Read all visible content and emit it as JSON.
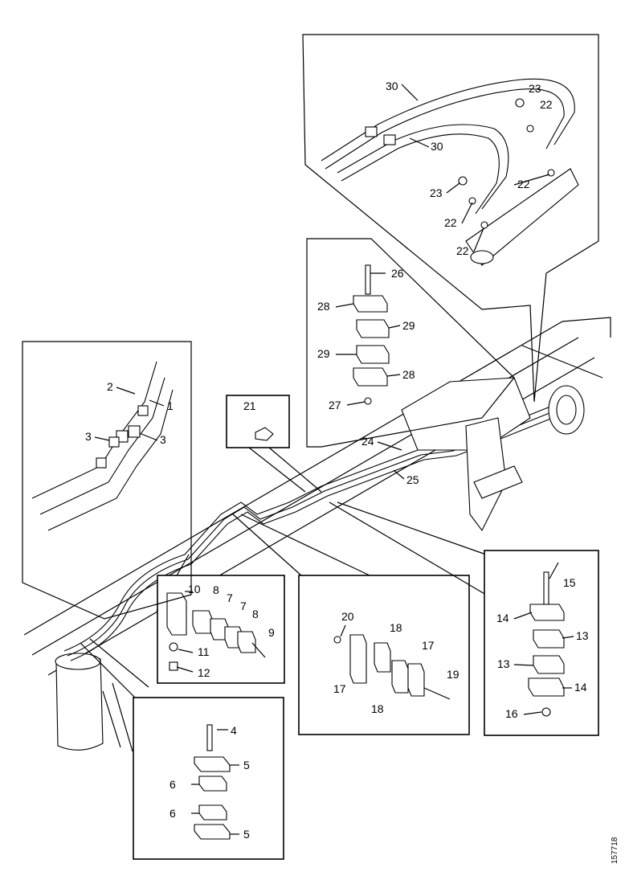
{
  "figure_number": "157718",
  "callouts": {
    "c1": "1",
    "c2": "2",
    "c3a": "3",
    "c3b": "3",
    "c4": "4",
    "c5a": "5",
    "c5b": "5",
    "c6a": "6",
    "c6b": "6",
    "c7a": "7",
    "c7b": "7",
    "c8a": "8",
    "c8b": "8",
    "c9": "9",
    "c10": "10",
    "c11": "11",
    "c12": "12",
    "c13a": "13",
    "c13b": "13",
    "c14a": "14",
    "c14b": "14",
    "c15": "15",
    "c16": "16",
    "c17a": "17",
    "c17b": "17",
    "c18a": "18",
    "c18b": "18",
    "c19": "19",
    "c20": "20",
    "c21": "21",
    "c22a": "22",
    "c22b": "22",
    "c22c": "22",
    "c22d": "22",
    "c23a": "23",
    "c23b": "23",
    "c24": "24",
    "c25": "25",
    "c26": "26",
    "c27": "27",
    "c28a": "28",
    "c28b": "28",
    "c29a": "29",
    "c29b": "29",
    "c30a": "30",
    "c30b": "30"
  }
}
